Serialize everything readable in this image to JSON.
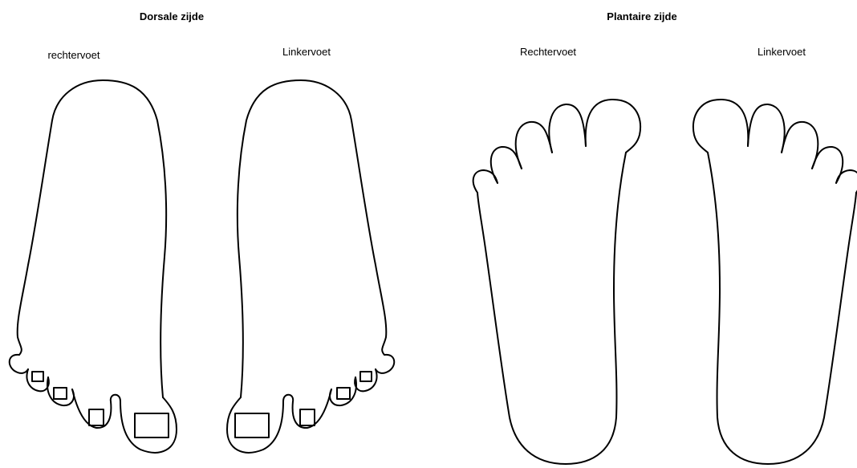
{
  "dorsal": {
    "title": "Dorsale zijde",
    "right_foot_label": "rechtervoet",
    "left_foot_label": "Linkervoet"
  },
  "plantar": {
    "title": "Plantaire zijde",
    "right_foot_label": "Rechtervoet",
    "left_foot_label": "Linkervoet"
  },
  "colors": {
    "background": "#ffffff",
    "outline": "#000000"
  }
}
